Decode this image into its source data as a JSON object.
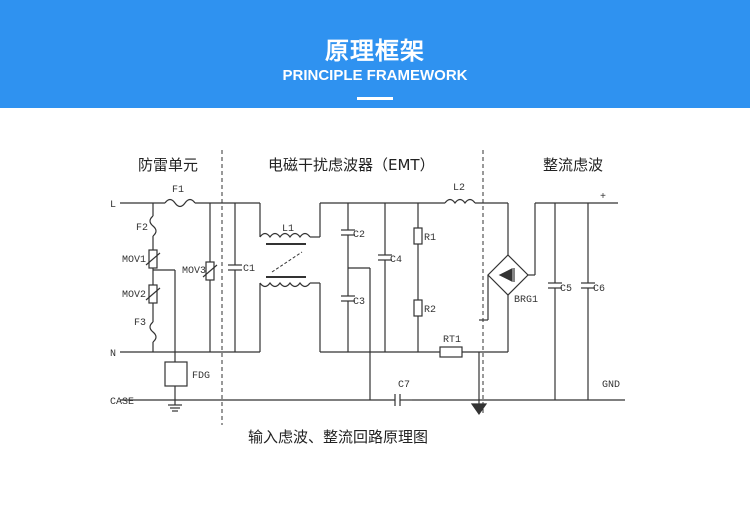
{
  "header": {
    "title_cn": "原理框架",
    "title_en": "PRINCIPLE FRAMEWORK"
  },
  "diagram": {
    "sections": {
      "lightning": "防雷单元",
      "emi": "电磁干扰虑波器（EMT）",
      "rectify": "整流虑波"
    },
    "terminals": {
      "L": "L",
      "N": "N",
      "CASE": "CASE",
      "plus": "+",
      "GND": "GND"
    },
    "components": {
      "F1": "F1",
      "F2": "F2",
      "F3": "F3",
      "MOV1": "MOV1",
      "MOV2": "MOV2",
      "MOV3": "MOV3",
      "FDG": "FDG",
      "C1": "C1",
      "L1": "L1",
      "C2": "C2",
      "C3": "C3",
      "C4": "C4",
      "R1": "R1",
      "R2": "R2",
      "L2": "L2",
      "RT1": "RT1",
      "C7": "C7",
      "BRG1": "BRG1",
      "C5": "C5",
      "C6": "C6"
    },
    "caption": "输入虑波、整流回路原理图"
  },
  "colors": {
    "banner": "#2f92f0",
    "line": "#333333"
  }
}
